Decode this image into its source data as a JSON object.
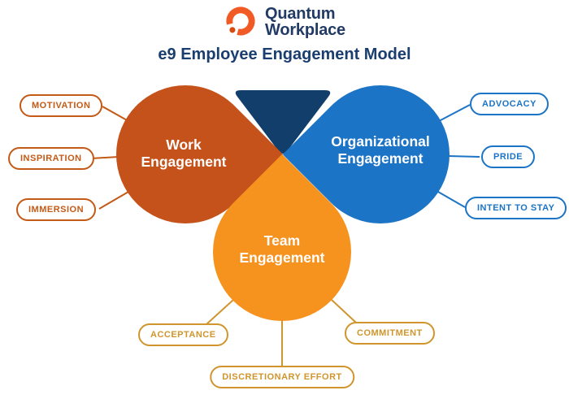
{
  "brand": {
    "line1": "Quantum",
    "line2": "Workplace"
  },
  "title": "e9 Employee Engagement Model",
  "petals": {
    "work": {
      "line1": "Work",
      "line2": "Engagement"
    },
    "organizational": {
      "line1": "Organizational",
      "line2": "Engagement"
    },
    "team": {
      "line1": "Team",
      "line2": "Engagement"
    }
  },
  "factors": {
    "work": [
      "MOTIVATION",
      "INSPIRATION",
      "IMMERSION"
    ],
    "organizational": [
      "ADVOCACY",
      "PRIDE",
      "INTENT TO STAY"
    ],
    "team": [
      "ACCEPTANCE",
      "COMMITMENT",
      "DISCRETIONARY EFFORT"
    ]
  },
  "colors": {
    "work-petal": "#C5511B",
    "work-accent": "#C35A17",
    "org-petal": "#1B74C5",
    "org-accent": "#1B74C5",
    "team-petal": "#F6921E",
    "team-accent": "#D0952D",
    "navy": "#123E6B",
    "title": "#1B3E70",
    "brand": "#223B66",
    "logo": "#F15A24",
    "logo-dot": "#D84A10"
  }
}
